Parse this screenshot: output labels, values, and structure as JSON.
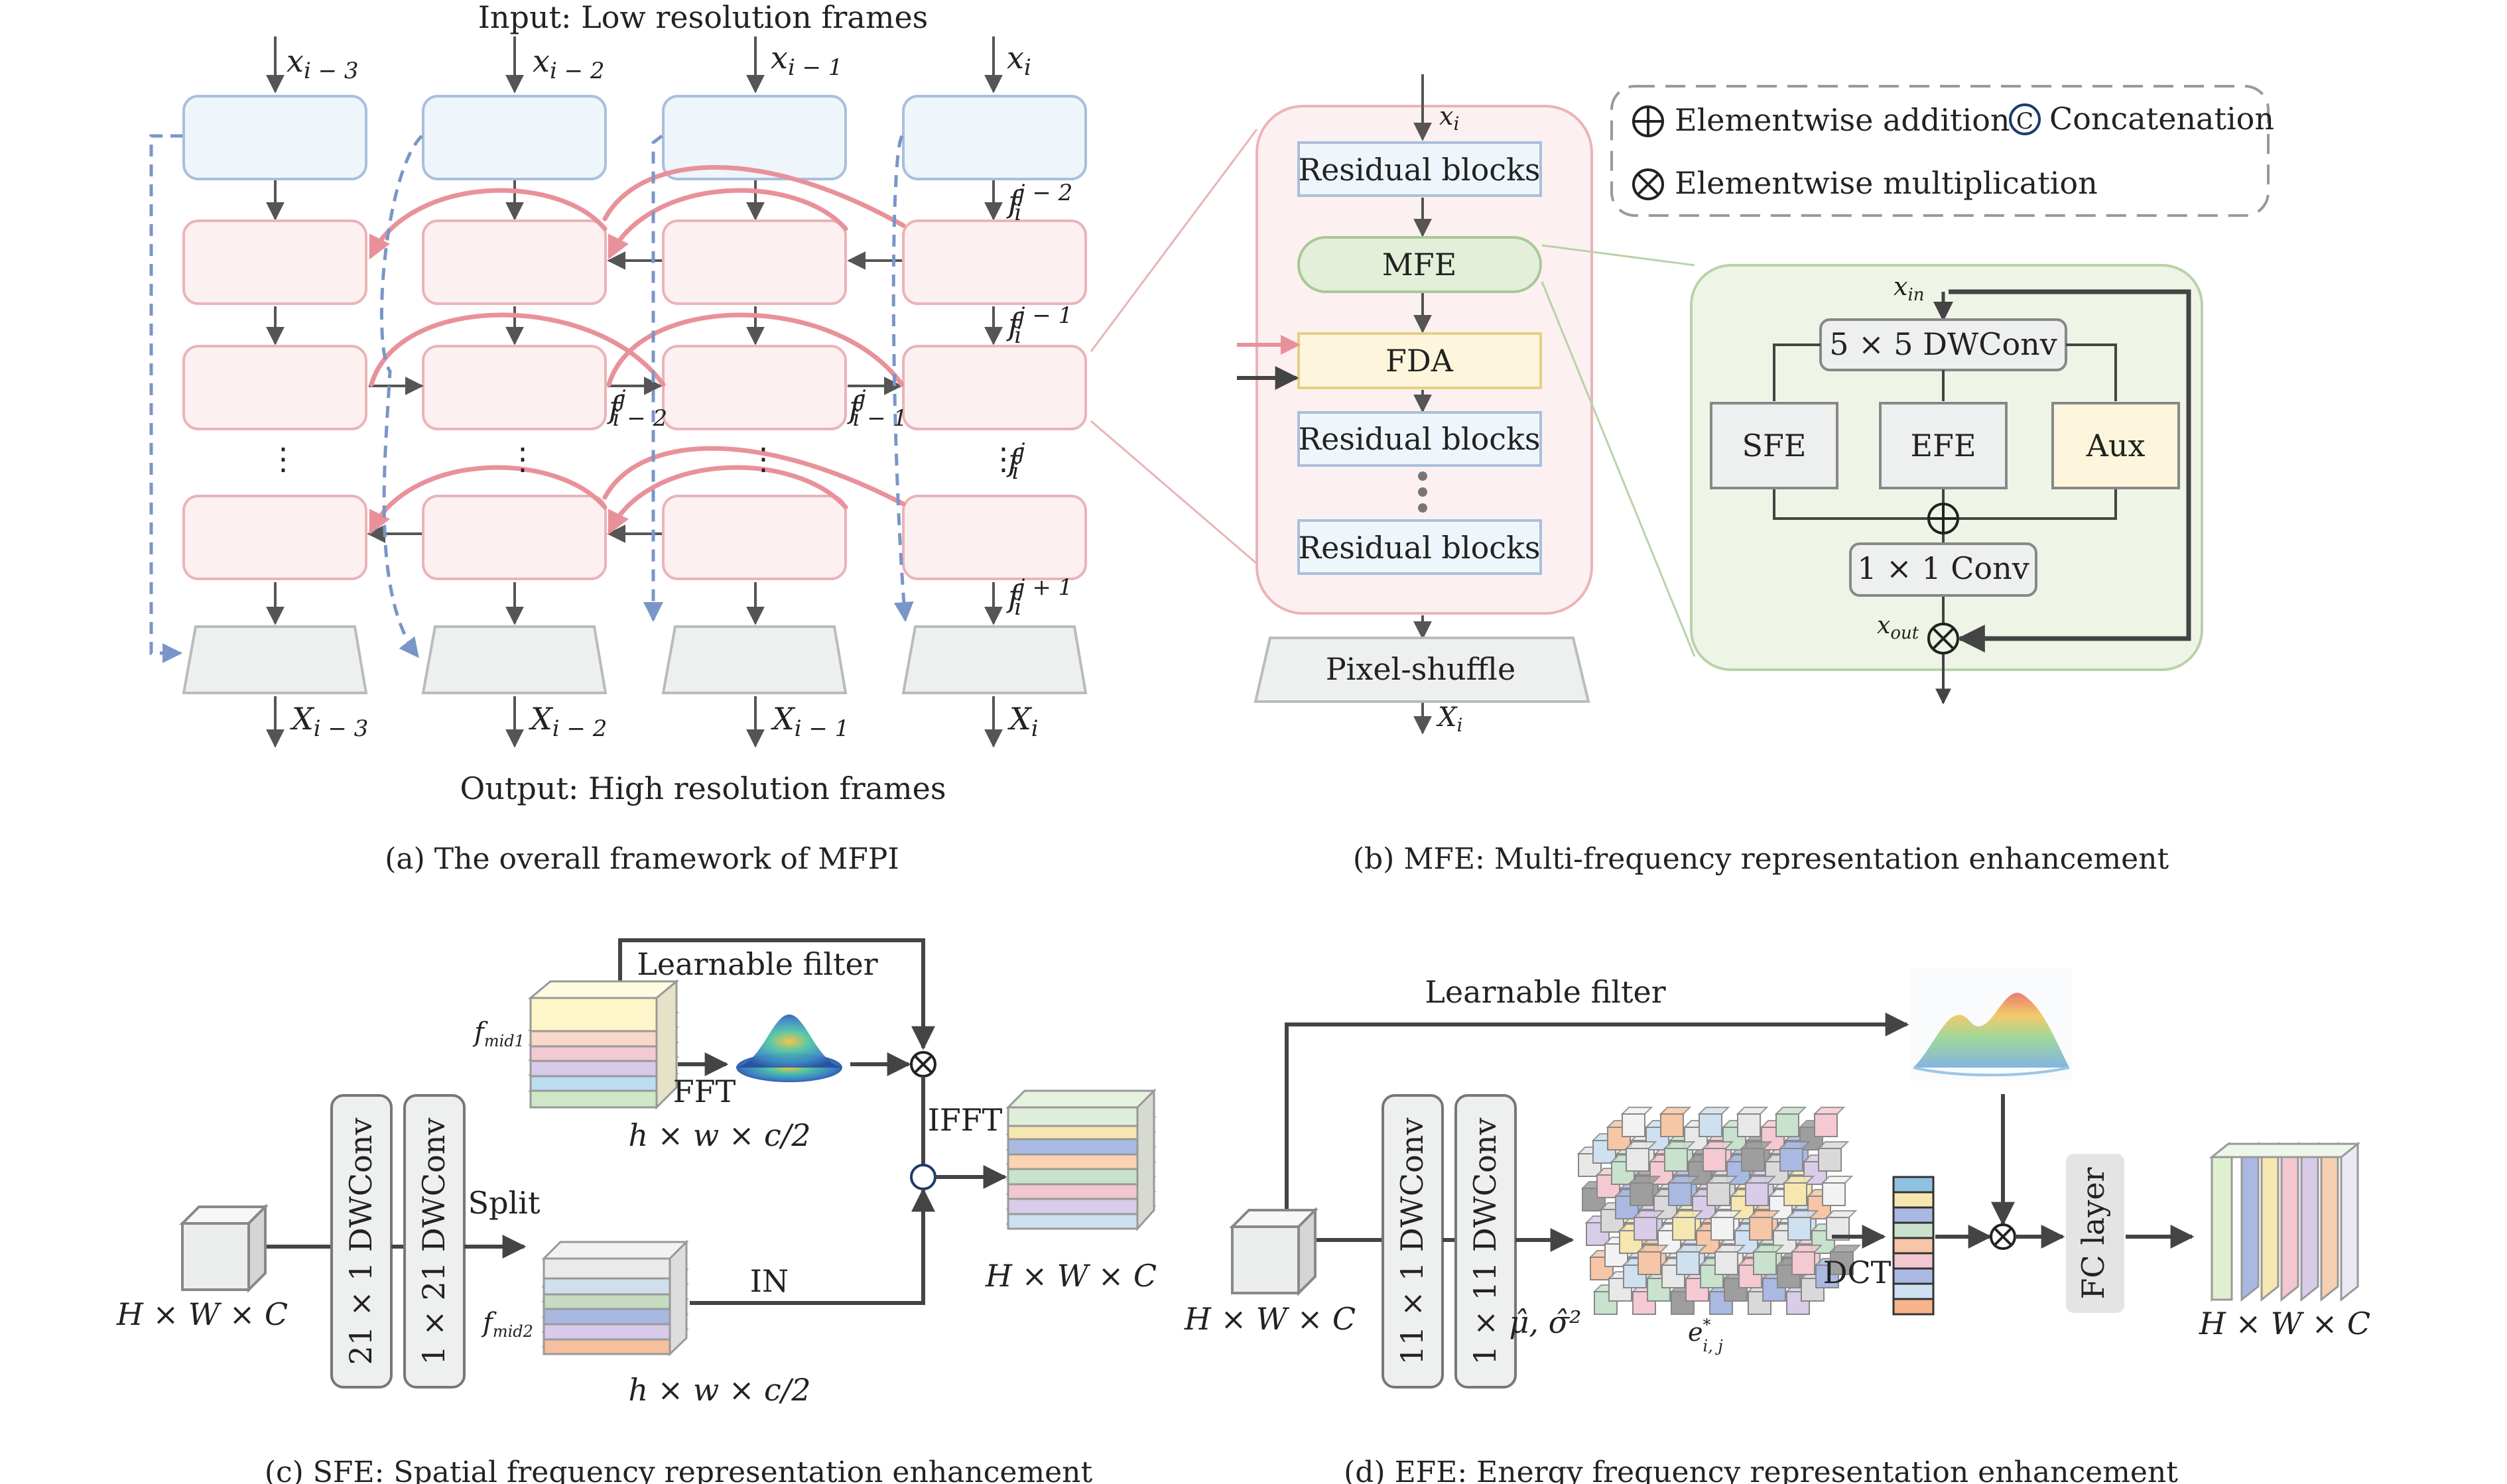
{
  "panel_a": {
    "input_title": "Input: Low resolution frames",
    "output_title": "Output: High resolution frames",
    "caption": "(a) The overall framework of MFPI",
    "inputs": [
      {
        "base": "x",
        "sub": "i − 3"
      },
      {
        "base": "x",
        "sub": "i − 2"
      },
      {
        "base": "x",
        "sub": "i − 1"
      },
      {
        "base": "x",
        "sub": "i"
      }
    ],
    "outputs": [
      {
        "base": "X",
        "sub": "i − 3"
      },
      {
        "base": "X",
        "sub": "i − 2"
      },
      {
        "base": "X",
        "sub": "i − 1"
      },
      {
        "base": "X",
        "sub": "i"
      }
    ],
    "feature_labels": {
      "f_prev2": {
        "base": "f",
        "sub": "i",
        "sup": "j − 2"
      },
      "f_prev1": {
        "base": "f",
        "sub": "i",
        "sup": "j − 1"
      },
      "f_cur": {
        "base": "f",
        "sub": "i",
        "sup": "j"
      },
      "f_next": {
        "base": "f",
        "sub": "i",
        "sup": "j + 1"
      },
      "f_im2": {
        "base": "f",
        "sub": "i − 2",
        "sup": "j"
      },
      "f_im1": {
        "base": "f",
        "sub": "i − 1",
        "sup": "j"
      }
    },
    "dots": "⋮"
  },
  "panel_b": {
    "caption": "(b) MFE: Multi-frequency representation enhancement",
    "input": {
      "base": "x",
      "sub": "i"
    },
    "output": {
      "base": "X",
      "sub": "i"
    },
    "blocks": {
      "residual1": "Residual blocks",
      "mfe": "MFE",
      "fda": "FDA",
      "residual2": "Residual blocks",
      "residual3": "Residual blocks",
      "pixel_shuffle": "Pixel-shuffle"
    },
    "legend": {
      "add": "Elementwise addition",
      "concat": "Concatenation",
      "mult": "Elementwise multiplication",
      "add_symbol": "⊕",
      "concat_symbol": "C",
      "mult_symbol": "⊗"
    },
    "detail": {
      "x_in": {
        "base": "x",
        "sub": "in"
      },
      "x_out": {
        "base": "x",
        "sub": "out"
      },
      "dwconv": "5 × 5 DWConv",
      "sfe": "SFE",
      "efe": "EFE",
      "aux": "Aux",
      "conv": "1 × 1 Conv"
    }
  },
  "panel_c": {
    "caption": "(c) SFE: Spatial frequency representation enhancement",
    "learnable_filter": "Learnable filter",
    "fmid1": {
      "base": "f",
      "sub": "mid1"
    },
    "fmid2": {
      "base": "f",
      "sub": "mid2"
    },
    "fft": "FFT",
    "ifft": "IFFT",
    "split": "Split",
    "in_label": "IN",
    "conv1": "21 × 1 DWConv",
    "conv2": "1 × 21 DWConv",
    "dim_top": "h × w × c/2",
    "dim_bottom": "h × w × c/2",
    "dim_in": "H × W × C",
    "dim_out": "H × W × C"
  },
  "panel_d": {
    "caption": "(d) EFE: Energy frequency representation enhancement",
    "learnable_filter": "Learnable filter",
    "conv1": "11 × 1 DWConv",
    "conv2": "1 × 11 DWConv",
    "stats": "μ̂, σ̂²",
    "e_label": {
      "base": "e",
      "sub": "i, j",
      "sup": "*"
    },
    "dct": "DCT",
    "fc": "FC layer",
    "dim_in": "H × W × C",
    "dim_out": "H × W × C"
  },
  "colors": {
    "blue_fill": "#eef5fb",
    "blue_stroke": "#a9bfdc",
    "pink_fill": "#fdf0f0",
    "pink_stroke": "#eab4b8",
    "pink_arrow": "#e9919a",
    "dashed_blue": "#7a96c8",
    "gray_fill": "#eef0f0",
    "green_fill": "#eef5e6",
    "green_stroke": "#b9d2a8",
    "yellow_fill": "#fdf6dc",
    "arrow_dark": "#555555"
  }
}
